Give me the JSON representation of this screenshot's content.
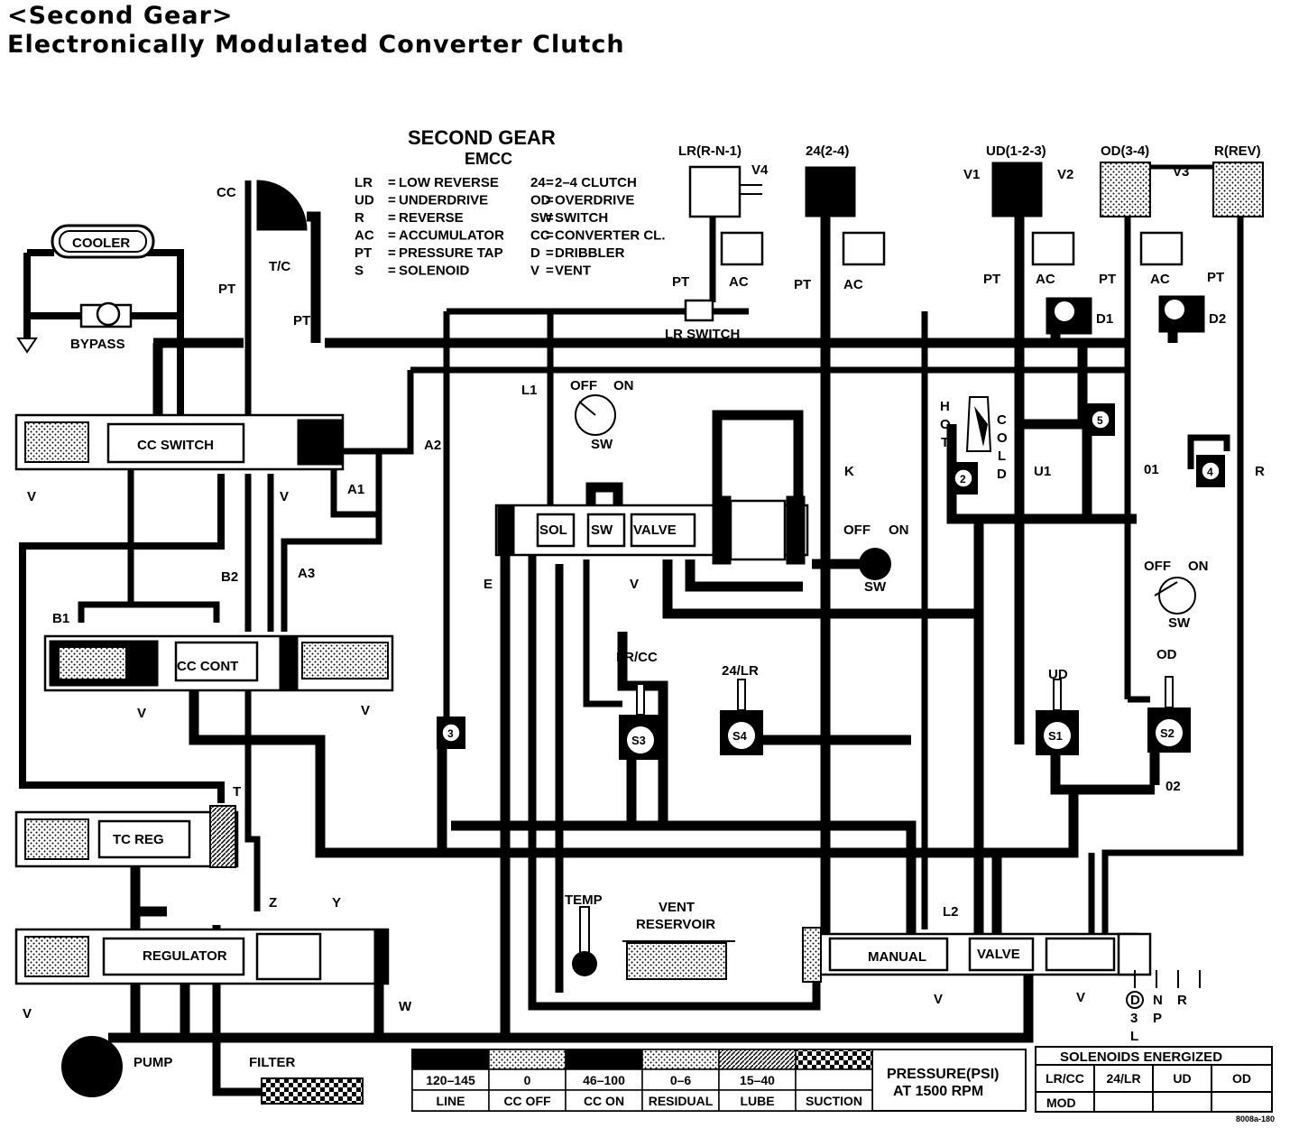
{
  "page": {
    "title_line1": "<Second Gear>",
    "title_line2": "Electronically Modulated Converter Clutch"
  },
  "diagram_header": {
    "title": "SECOND GEAR",
    "subtitle": "EMCC"
  },
  "abbreviations": [
    {
      "key": "LR",
      "sep": "=",
      "value": "LOW REVERSE"
    },
    {
      "key": "UD",
      "sep": "=",
      "value": "UNDERDRIVE"
    },
    {
      "key": "R",
      "sep": "=",
      "value": "REVERSE"
    },
    {
      "key": "AC",
      "sep": "=",
      "value": "ACCUMULATOR"
    },
    {
      "key": "PT",
      "sep": "=",
      "value": "PRESSURE TAP"
    },
    {
      "key": "S",
      "sep": "=",
      "value": "SOLENOID"
    },
    {
      "key": "24",
      "sep": "=",
      "value": "2–4 CLUTCH"
    },
    {
      "key": "OD",
      "sep": "=",
      "value": "OVERDRIVE"
    },
    {
      "key": "SW",
      "sep": "=",
      "value": "SWITCH"
    },
    {
      "key": "CC",
      "sep": "=",
      "value": "CONVERTER CL."
    },
    {
      "key": "D",
      "sep": "=",
      "value": "DRIBBLER"
    },
    {
      "key": "V",
      "sep": "=",
      "value": "VENT"
    }
  ],
  "clutch_labels": {
    "lr": "LR(R-N-1)",
    "c24": "24(2-4)",
    "ud": "UD(1-2-3)",
    "od": "OD(3-4)",
    "rev": "R(REV)"
  },
  "vents": {
    "v1": "V1",
    "v2": "V2",
    "v3": "V3",
    "v4": "V4",
    "v": "V"
  },
  "components": {
    "cooler": "COOLER",
    "bypass": "BYPASS",
    "cc": "CC",
    "tc": "T/C",
    "pt": "PT",
    "ac": "AC",
    "cc_switch": "CC SWITCH",
    "cc_cont": "CC CONT",
    "tc_reg": "TC REG",
    "regulator": "REGULATOR",
    "pump": "PUMP",
    "filter": "FILTER",
    "lr_switch": "LR SWITCH",
    "sol": "SOL",
    "sw": "SW",
    "valve": "VALVE",
    "manual": "MANUAL",
    "temp": "TEMP",
    "vent_reservoir_1": "VENT",
    "vent_reservoir_2": "RESERVOIR",
    "hot": "H\nO\nT",
    "cold": "C\nO\nL\nD",
    "off": "OFF",
    "on": "ON",
    "d1": "D1",
    "d2": "D2",
    "lr_cc": "LR/CC",
    "c24_lr": "24/LR",
    "ud": "UD",
    "od": "OD",
    "gear_positions": [
      "D",
      "3",
      "L",
      "N",
      "P",
      "R"
    ]
  },
  "circuits": [
    "L1",
    "A2",
    "A1",
    "A3",
    "B1",
    "B2",
    "E",
    "K",
    "U1",
    "01",
    "02",
    "R",
    "T",
    "Z",
    "Y",
    "W",
    "L2"
  ],
  "solenoids": [
    "S1",
    "S2",
    "S3",
    "S4"
  ],
  "checkballs": [
    "2",
    "3",
    "4",
    "5"
  ],
  "pressure_legend": {
    "values": [
      "120–145",
      "0",
      "46–100",
      "0–6",
      "15–40",
      ""
    ],
    "names": [
      "LINE",
      "CC OFF",
      "CC ON",
      "RESIDUAL",
      "LUBE",
      "SUCTION"
    ],
    "caption_line1": "PRESSURE(PSI)",
    "caption_line2": "AT 1500 RPM"
  },
  "solenoid_table": {
    "title": "SOLENOIDS ENERGIZED",
    "headers": [
      "LR/CC",
      "24/LR",
      "UD",
      "OD"
    ],
    "row_label": "MOD"
  },
  "figure_code": "8008a-180"
}
